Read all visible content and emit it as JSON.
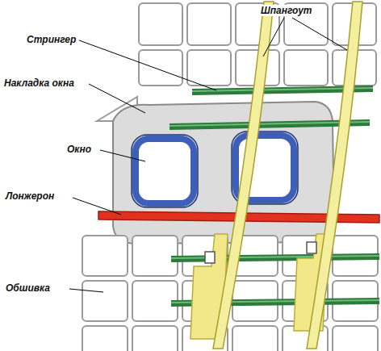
{
  "diagram": {
    "labels": [
      "Шпангоут",
      "Стрингер",
      "Накладка окна",
      "Окно",
      "Лонжерон",
      "Обшивка"
    ]
  }
}
